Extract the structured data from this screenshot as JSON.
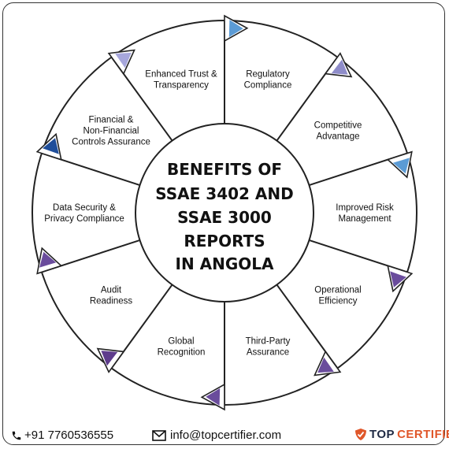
{
  "center": {
    "lines": [
      "BENEFITS OF",
      "SSAE 3402 AND",
      "SSAE 3000",
      "REPORTS",
      "IN ANGOLA"
    ]
  },
  "segments": [
    {
      "lines": [
        "Regulatory",
        "Compliance"
      ],
      "marker_color": "#5b9bd5"
    },
    {
      "lines": [
        "Competitive",
        "Advantage"
      ],
      "marker_color": "#8e8cc9"
    },
    {
      "lines": [
        "Improved Risk",
        "Management"
      ],
      "marker_color": "#5b9bd5"
    },
    {
      "lines": [
        "Operational",
        "Efficiency"
      ],
      "marker_color": "#6a4c9c"
    },
    {
      "lines": [
        "Third-Party",
        "Assurance"
      ],
      "marker_color": "#6a4c9c"
    },
    {
      "lines": [
        "Global",
        "Recognition"
      ],
      "marker_color": "#6a4c9c"
    },
    {
      "lines": [
        "Audit",
        "Readiness"
      ],
      "marker_color": "#5e3c8c"
    },
    {
      "lines": [
        "Data Security &",
        "Privacy Compliance"
      ],
      "marker_color": "#6a4c9c"
    },
    {
      "lines": [
        "Financial &",
        "Non-Financial",
        "Controls Assurance"
      ],
      "marker_color": "#1f4e9a"
    },
    {
      "lines": [
        "Enhanced Trust &",
        "Transparency"
      ],
      "marker_color": "#a7a7dc"
    }
  ],
  "footer": {
    "phone": "+91 7760536555",
    "email": "info@topcertifier.com",
    "brand_top": "TOP",
    "brand_cert": "CERTIFIER"
  },
  "icons": {
    "phone": "phone-icon",
    "email": "envelope-icon",
    "brand": "shield-logo-icon"
  }
}
